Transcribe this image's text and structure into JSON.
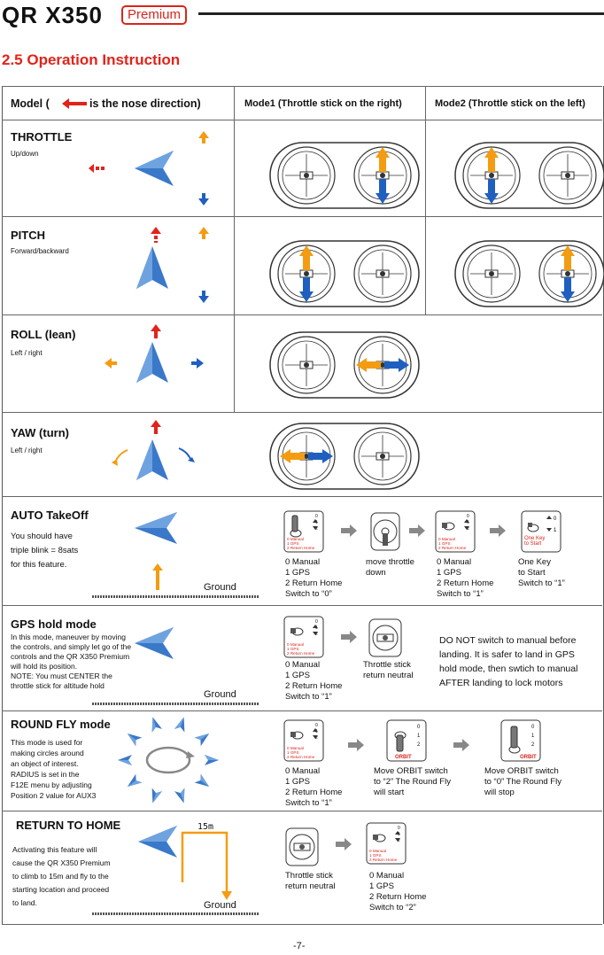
{
  "header": {
    "brand": "QR X350",
    "badge": "Premium"
  },
  "section_title": "2.5 Operation Instruction",
  "table_header": {
    "model_pre": "Model (",
    "model_post": "is the nose direction)",
    "mode1": "Mode1 (Throttle stick on the right)",
    "mode2": "Mode2 (Throttle stick on the left)"
  },
  "rows": {
    "throttle": {
      "title": "THROTTLE",
      "desc": "Up/down"
    },
    "pitch": {
      "title": "PITCH",
      "desc": "Forward/backward"
    },
    "roll": {
      "title": "ROLL (lean)",
      "desc": "Left / right"
    },
    "yaw": {
      "title": "YAW (turn)",
      "desc": "Left / right"
    }
  },
  "auto_takeoff": {
    "title": "AUTO TakeOff",
    "desc_lines": [
      "You should have",
      "triple blink = 8sats",
      "for this feature."
    ],
    "ground": "Ground",
    "step1": [
      "0 Manual",
      "1 GPS",
      "2 Return Home",
      "Switch to “0”"
    ],
    "step2": [
      "move throttle",
      "down"
    ],
    "step3": [
      "0 Manual",
      "1 GPS",
      "2 Return Home",
      "Switch to “1”"
    ],
    "step4": [
      "One Key",
      "to Start",
      "Switch to “1”"
    ],
    "onekey_label": [
      "One Key",
      "to Start"
    ]
  },
  "gps_hold": {
    "title": "GPS hold mode",
    "desc_lines": [
      "In this mode, maneuver by moving",
      "the controls, and simply let go of the",
      "controls and the QR X350 Premium",
      "will hold its position.",
      "NOTE: You must CENTER the",
      "throttle stick for altitude hold"
    ],
    "ground": "Ground",
    "step1": [
      "0 Manual",
      "1 GPS",
      "2 Return Home",
      "Switch to “1”"
    ],
    "step2": [
      "Throttle stick",
      "return neutral"
    ],
    "warning": [
      "DO NOT switch to manual before",
      "landing. It is safer to land in GPS",
      "hold mode, then swtich to manual",
      "AFTER landing to lock motors"
    ]
  },
  "round_fly": {
    "title": "ROUND FLY mode",
    "desc_lines": [
      "This mode is used for",
      "making circles around",
      "an object of interest.",
      "RADIUS is set in the",
      "F12E menu by adjusting",
      "Position 2 value for AUX3"
    ],
    "step1": [
      "0 Manual",
      "1 GPS",
      "2 Return Home",
      "Switch to “1”"
    ],
    "step2": [
      "Move ORBIT switch",
      "to “2” The Round Fly",
      "will start"
    ],
    "step3": [
      "Move ORBIT switch",
      "to “0” The Round Fly",
      "will stop"
    ],
    "orbit_label": "ORBIT"
  },
  "return_home": {
    "title": "RETURN TO HOME",
    "desc_lines": [
      "Activating this feature will",
      "cause the QR X350 Premium",
      "to climb to 15m and fly to the",
      "starting location and proceed",
      "to land."
    ],
    "height_label": "15m",
    "ground": "Ground",
    "step1": [
      "Throttle stick",
      "return neutral"
    ],
    "step2": [
      "0 Manual",
      "1 GPS",
      "2 Return Home",
      "Switch to “2”"
    ]
  },
  "switch_panel": {
    "lines": [
      "0 Manual",
      "1 GPS",
      "2 Return Home"
    ],
    "positions": [
      "0",
      "1",
      "2"
    ]
  },
  "page_number": "-7-",
  "colors": {
    "red": "#e2231a",
    "orange": "#f39c12",
    "blue": "#1f5fbf",
    "drone": "#3a78c9",
    "grey_arrow": "#888888"
  }
}
